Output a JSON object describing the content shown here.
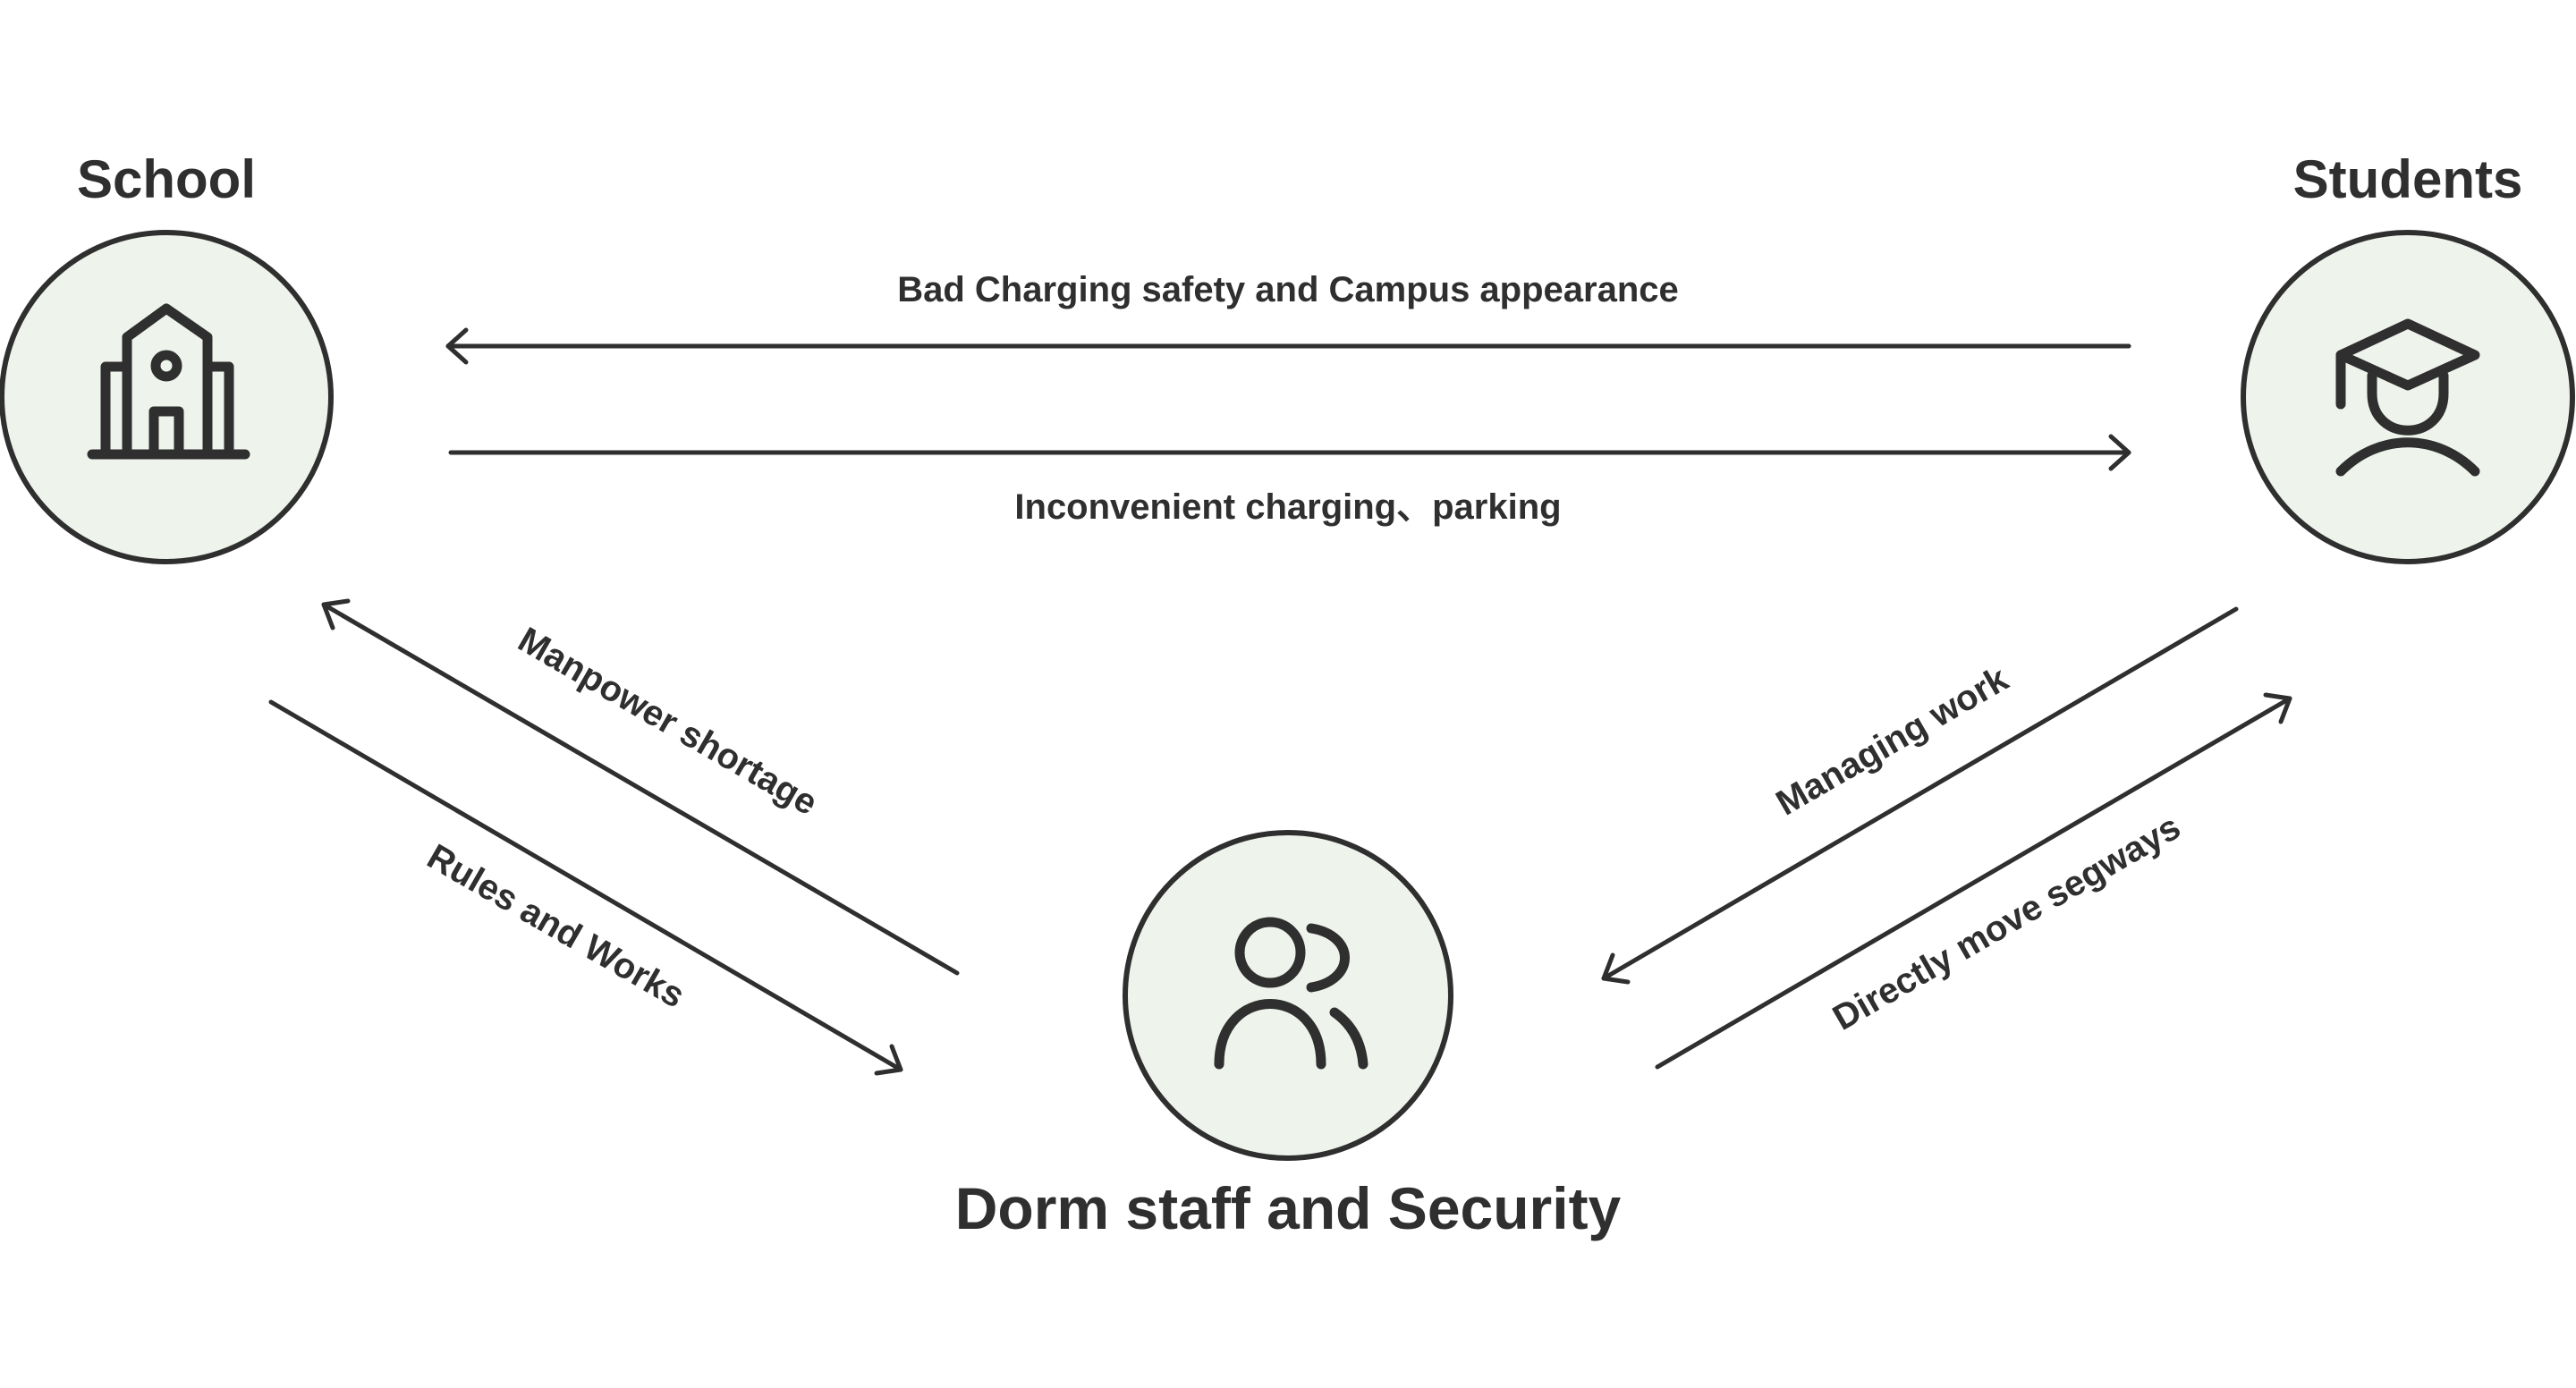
{
  "nodes": {
    "school": {
      "title": "School",
      "icon": "school-building-icon"
    },
    "students": {
      "title": "Students",
      "icon": "graduation-cap-student-icon"
    },
    "staff": {
      "title": "Dorm staff and Security",
      "icon": "users-group-icon"
    }
  },
  "edges": {
    "students_to_school": "Bad Charging safety and Campus appearance",
    "school_to_students": "Inconvenient charging、parking",
    "staff_to_school": "Manpower shortage",
    "school_to_staff": "Rules and Works",
    "students_to_staff": "Managing work",
    "staff_to_students": "Directly move segways"
  },
  "colors": {
    "circle_fill": "#eef4ec",
    "stroke": "#2f2f2f",
    "background": "#ffffff"
  }
}
